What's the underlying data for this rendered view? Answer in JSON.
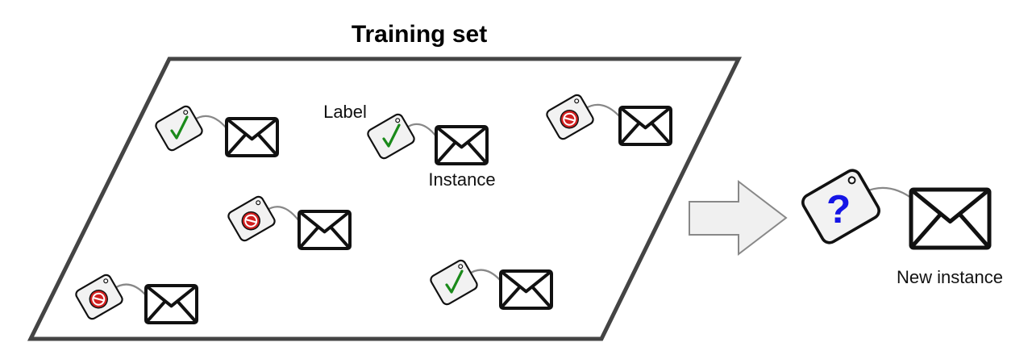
{
  "title": "Training set",
  "labels": {
    "label": "Label",
    "instance": "Instance",
    "new_instance": "New instance"
  },
  "new_tag_symbol": "?",
  "examples": [
    {
      "tag": "ham"
    },
    {
      "tag": "ham"
    },
    {
      "tag": "spam"
    },
    {
      "tag": "spam"
    },
    {
      "tag": "spam"
    },
    {
      "tag": "ham"
    }
  ],
  "colors": {
    "check": "#1a8a1a",
    "spam": "#d11f1f",
    "question": "#1515e6",
    "tag_fill": "#f2f2f2",
    "arrow_fill": "#f0f0f0",
    "outline": "#444444",
    "string": "#888888"
  },
  "icons": {
    "ham_tag": "checkmark-tag-icon",
    "spam_tag": "no-entry-tag-icon",
    "envelope": "envelope-icon",
    "new_tag": "question-tag-icon",
    "arrow": "right-arrow-icon"
  }
}
